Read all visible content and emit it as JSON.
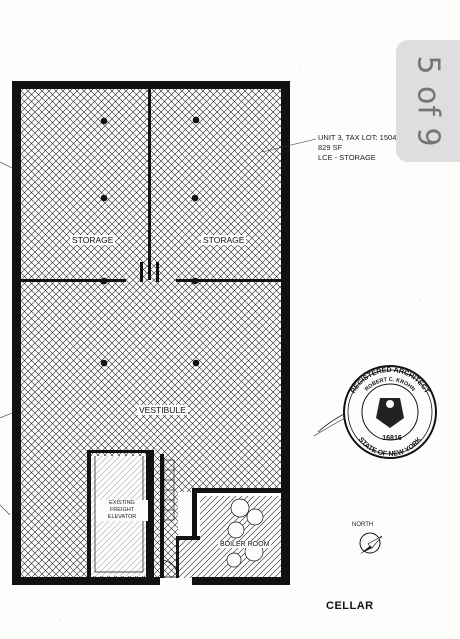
{
  "page_badge": {
    "text": "5 of 9"
  },
  "unit_info": {
    "lines": [
      "UNIT 3, TAX LOT: 1504",
      "829 SF",
      "LCE - STORAGE"
    ]
  },
  "rooms": {
    "storage_left": "STORAGE",
    "storage_right": "STORAGE",
    "vestibule": "VESTIBULE",
    "boiler_room": "BOILER ROOM",
    "elevator_lines": [
      "EXISTING",
      "FREIGHT",
      "ELEVATOR"
    ]
  },
  "seal": {
    "top_text": "REGISTERED ARCHITECT",
    "name_text": "ROBERT C. KROHN",
    "license_number": "16816",
    "bottom_text": "STATE OF NEW YORK"
  },
  "north_arrow": {
    "label": "NORTH"
  },
  "sheet": {
    "title": "CELLAR"
  },
  "colors": {
    "wall": "#111111",
    "hatch": "#1a1a1a",
    "badge": "#dcdcdc",
    "paper": "#fdfdfc"
  }
}
